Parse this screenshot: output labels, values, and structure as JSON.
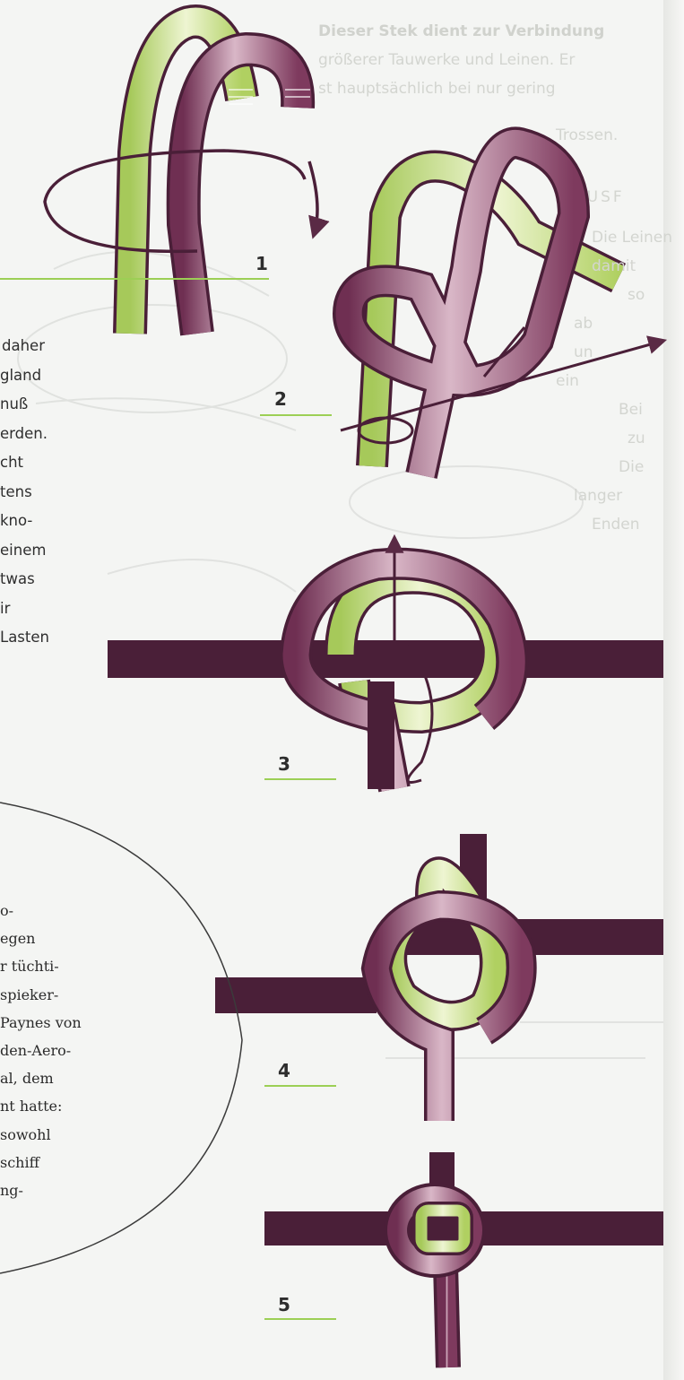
{
  "ghost_text": {
    "top": [
      "Dieser Stek dient zur Verbindung",
      "größerer Tauwerke und Leinen. Er",
      "st hauptsächlich bei nur gering",
      "Trossen."
    ],
    "heading": "AUSF",
    "right_column": [
      "Die Leinen",
      "damit",
      "so",
      "ab",
      "un",
      "ein",
      "Bei",
      "zu",
      "Die",
      "langer",
      "Enden"
    ]
  },
  "body_lines": [
    "daher",
    "gland",
    "nuß",
    "erden.",
    "cht",
    "tens",
    "kno-",
    "einem",
    "twas",
    "ir",
    "Lasten"
  ],
  "sidebar_lines": [
    "o-",
    "egen",
    "r tüchti-",
    "spieker-",
    "Paynes von",
    "den-Aero-",
    "al, dem",
    "nt hatte:",
    "sowohl",
    "schiff",
    "ng-"
  ],
  "steps": [
    {
      "number": "1"
    },
    {
      "number": "2"
    },
    {
      "number": "3"
    },
    {
      "number": "4"
    },
    {
      "number": "5"
    }
  ],
  "colors": {
    "rope_green": "#c6df7a",
    "rope_purple": "#9a5a78",
    "outline": "#4a1f38",
    "rule_green": "#9ccf55"
  }
}
